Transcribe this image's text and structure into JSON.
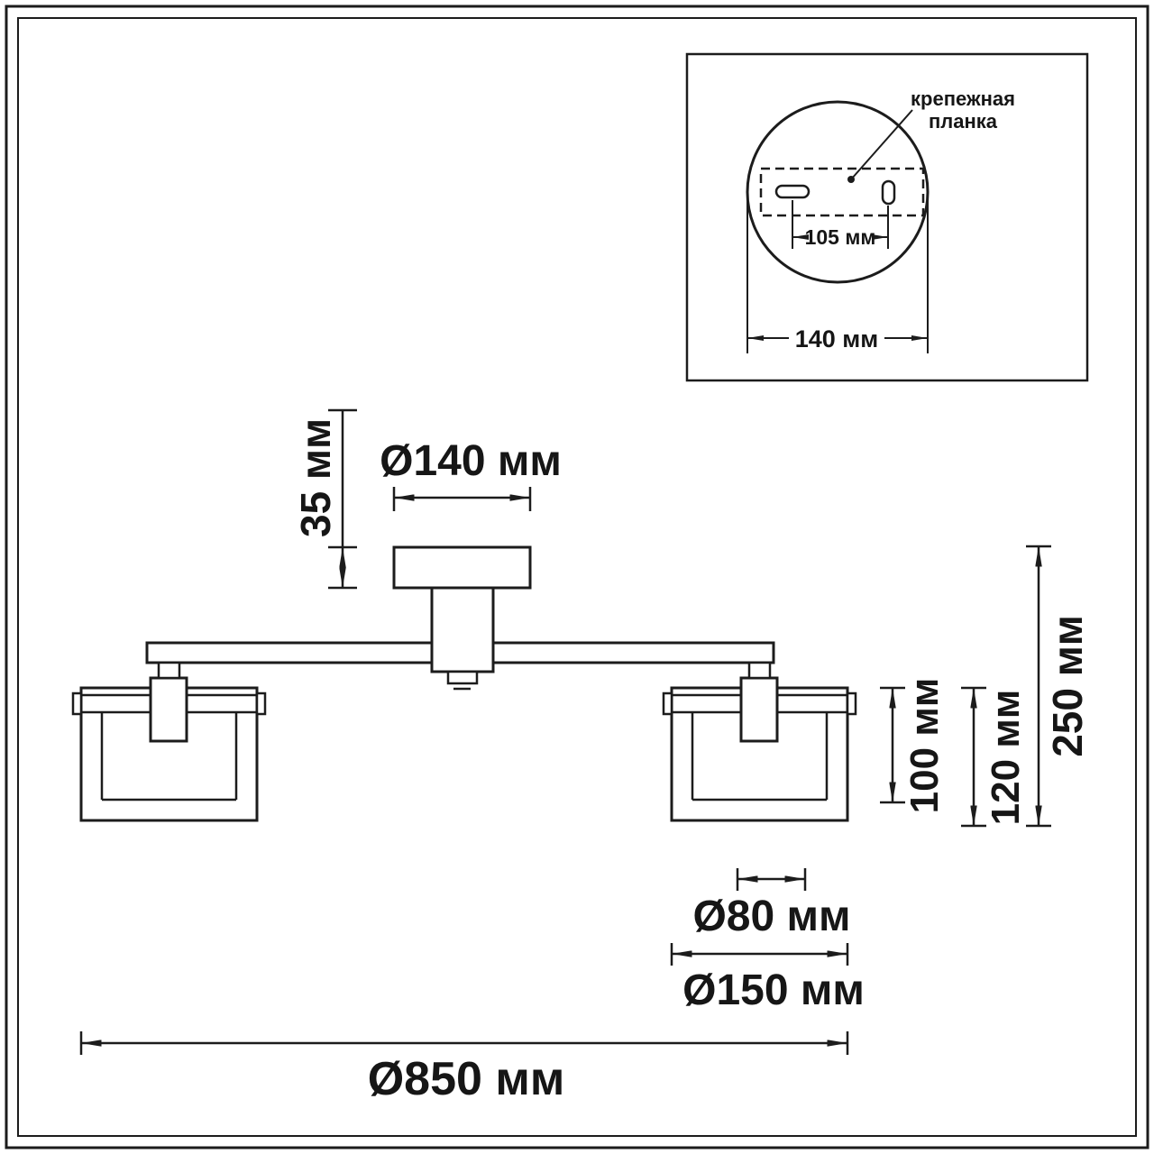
{
  "diagram": {
    "kind": "technical-dimension-drawing",
    "subject": "two-shade ceiling lamp fixture",
    "line_color": "#1c1c1c",
    "background_color": "#ffffff"
  },
  "inset": {
    "mount_plate_label_line1": "крепежная",
    "mount_plate_label_line2": "планка",
    "hole_spacing": "105 мм",
    "plate_width": "140 мм"
  },
  "dimensions": {
    "canopy_height": "35 мм",
    "canopy_diameter": "Ø140 мм",
    "shade_inner_height": "100 мм",
    "shade_height": "120 мм",
    "fixture_height": "250 мм",
    "shade_top_diameter": "Ø80 мм",
    "shade_diameter": "Ø150 мм",
    "fixture_width": "Ø850 мм"
  }
}
